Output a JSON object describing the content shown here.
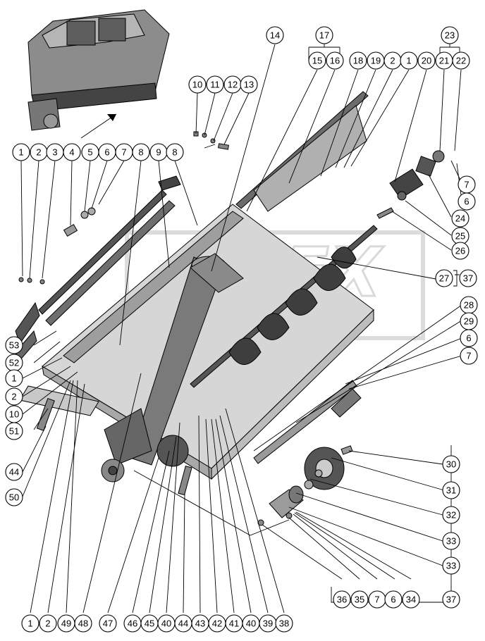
{
  "diagram": {
    "watermark": "OPEX",
    "callouts": [
      {
        "id": "c14",
        "label": "14"
      },
      {
        "id": "c17",
        "label": "17"
      },
      {
        "id": "c15",
        "label": "15"
      },
      {
        "id": "c16",
        "label": "16"
      },
      {
        "id": "c18",
        "label": "18"
      },
      {
        "id": "c19",
        "label": "19"
      },
      {
        "id": "c2a",
        "label": "2"
      },
      {
        "id": "c1a",
        "label": "1"
      },
      {
        "id": "c20",
        "label": "20"
      },
      {
        "id": "c23",
        "label": "23"
      },
      {
        "id": "c21",
        "label": "21"
      },
      {
        "id": "c22",
        "label": "22"
      },
      {
        "id": "c10a",
        "label": "10"
      },
      {
        "id": "c11",
        "label": "11"
      },
      {
        "id": "c12",
        "label": "12"
      },
      {
        "id": "c13",
        "label": "13"
      },
      {
        "id": "c1b",
        "label": "1"
      },
      {
        "id": "c2b",
        "label": "2"
      },
      {
        "id": "c3",
        "label": "3"
      },
      {
        "id": "c4",
        "label": "4"
      },
      {
        "id": "c5",
        "label": "5"
      },
      {
        "id": "c6a",
        "label": "6"
      },
      {
        "id": "c7a",
        "label": "7"
      },
      {
        "id": "c8a",
        "label": "8"
      },
      {
        "id": "c9",
        "label": "9"
      },
      {
        "id": "c8b",
        "label": "8"
      },
      {
        "id": "c7b",
        "label": "7"
      },
      {
        "id": "c6b",
        "label": "6"
      },
      {
        "id": "c24",
        "label": "24"
      },
      {
        "id": "c25",
        "label": "25"
      },
      {
        "id": "c26",
        "label": "26"
      },
      {
        "id": "c27",
        "label": "27"
      },
      {
        "id": "c37a",
        "label": "37"
      },
      {
        "id": "c28",
        "label": "28"
      },
      {
        "id": "c29",
        "label": "29"
      },
      {
        "id": "c6c",
        "label": "6"
      },
      {
        "id": "c7c",
        "label": "7"
      },
      {
        "id": "c53",
        "label": "53"
      },
      {
        "id": "c52",
        "label": "52"
      },
      {
        "id": "c1c",
        "label": "1"
      },
      {
        "id": "c2c",
        "label": "2"
      },
      {
        "id": "c10b",
        "label": "10"
      },
      {
        "id": "c51",
        "label": "51"
      },
      {
        "id": "c44a",
        "label": "44"
      },
      {
        "id": "c50",
        "label": "50"
      },
      {
        "id": "c30",
        "label": "30"
      },
      {
        "id": "c31",
        "label": "31"
      },
      {
        "id": "c32",
        "label": "32"
      },
      {
        "id": "c33a",
        "label": "33"
      },
      {
        "id": "c33b",
        "label": "33"
      },
      {
        "id": "c36",
        "label": "36"
      },
      {
        "id": "c35",
        "label": "35"
      },
      {
        "id": "c7d",
        "label": "7"
      },
      {
        "id": "c6d",
        "label": "6"
      },
      {
        "id": "c34",
        "label": "34"
      },
      {
        "id": "c37b",
        "label": "37"
      },
      {
        "id": "c1d",
        "label": "1"
      },
      {
        "id": "c2d",
        "label": "2"
      },
      {
        "id": "c49",
        "label": "49"
      },
      {
        "id": "c48",
        "label": "48"
      },
      {
        "id": "c47",
        "label": "47"
      },
      {
        "id": "c46",
        "label": "46"
      },
      {
        "id": "c45",
        "label": "45"
      },
      {
        "id": "c40a",
        "label": "40"
      },
      {
        "id": "c44b",
        "label": "44"
      },
      {
        "id": "c43",
        "label": "43"
      },
      {
        "id": "c42",
        "label": "42"
      },
      {
        "id": "c41",
        "label": "41"
      },
      {
        "id": "c40b",
        "label": "40"
      },
      {
        "id": "c39",
        "label": "39"
      },
      {
        "id": "c38",
        "label": "38"
      }
    ]
  }
}
